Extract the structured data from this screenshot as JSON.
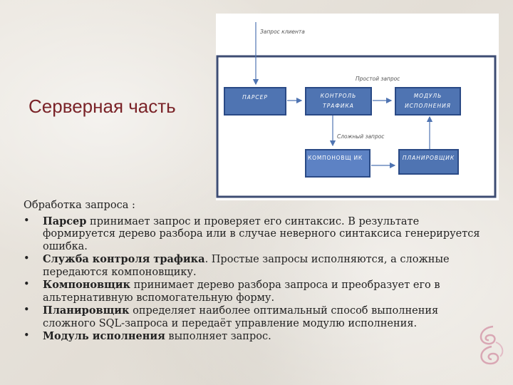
{
  "title": "Серверная часть",
  "diagram": {
    "label_input": "Запрос клиента",
    "label_simple": "Простой запрос",
    "label_complex": "Сложный запрос",
    "box_parser": "ПАРСЕР",
    "box_traffic_1": "КОНТРОЛЬ",
    "box_traffic_2": "ТРАФИКА",
    "box_exec_1": "МОДУЛЬ",
    "box_exec_2": "ИСПОЛНЕНИЯ",
    "box_composer": "КОМПОНОВЩ ИК",
    "box_planner": "ПЛАНИРОВЩИК",
    "colors": {
      "box_fill": "#4f74b2",
      "box_border": "#2a4a86",
      "frame": "#3d4c73"
    }
  },
  "body": {
    "lead": "Обработка запроса :",
    "items": [
      {
        "term": "Парсер",
        "text": " принимает запрос и проверяет его синтаксис. В результате формируется дерево разбора или в случае неверного синтаксиса генерируется ошибка."
      },
      {
        "term": "Служба контроля трафика",
        "text": ". Простые запросы исполняются, а сложные передаются компоновщику."
      },
      {
        "term": "Компоновщик",
        "text": " принимает дерево разбора запроса и преобразует его в альтернативную вспомогательную форму."
      },
      {
        "term": "Планировщик",
        "text": " определяет наиболее оптимальный способ выполнения сложного SQL-запроса и передаёт управление модулю исполнения."
      },
      {
        "term": "Модуль исполнения",
        "text": " выполняет запрос."
      }
    ],
    "bullet": "•"
  },
  "accent_color": "#7a2328"
}
